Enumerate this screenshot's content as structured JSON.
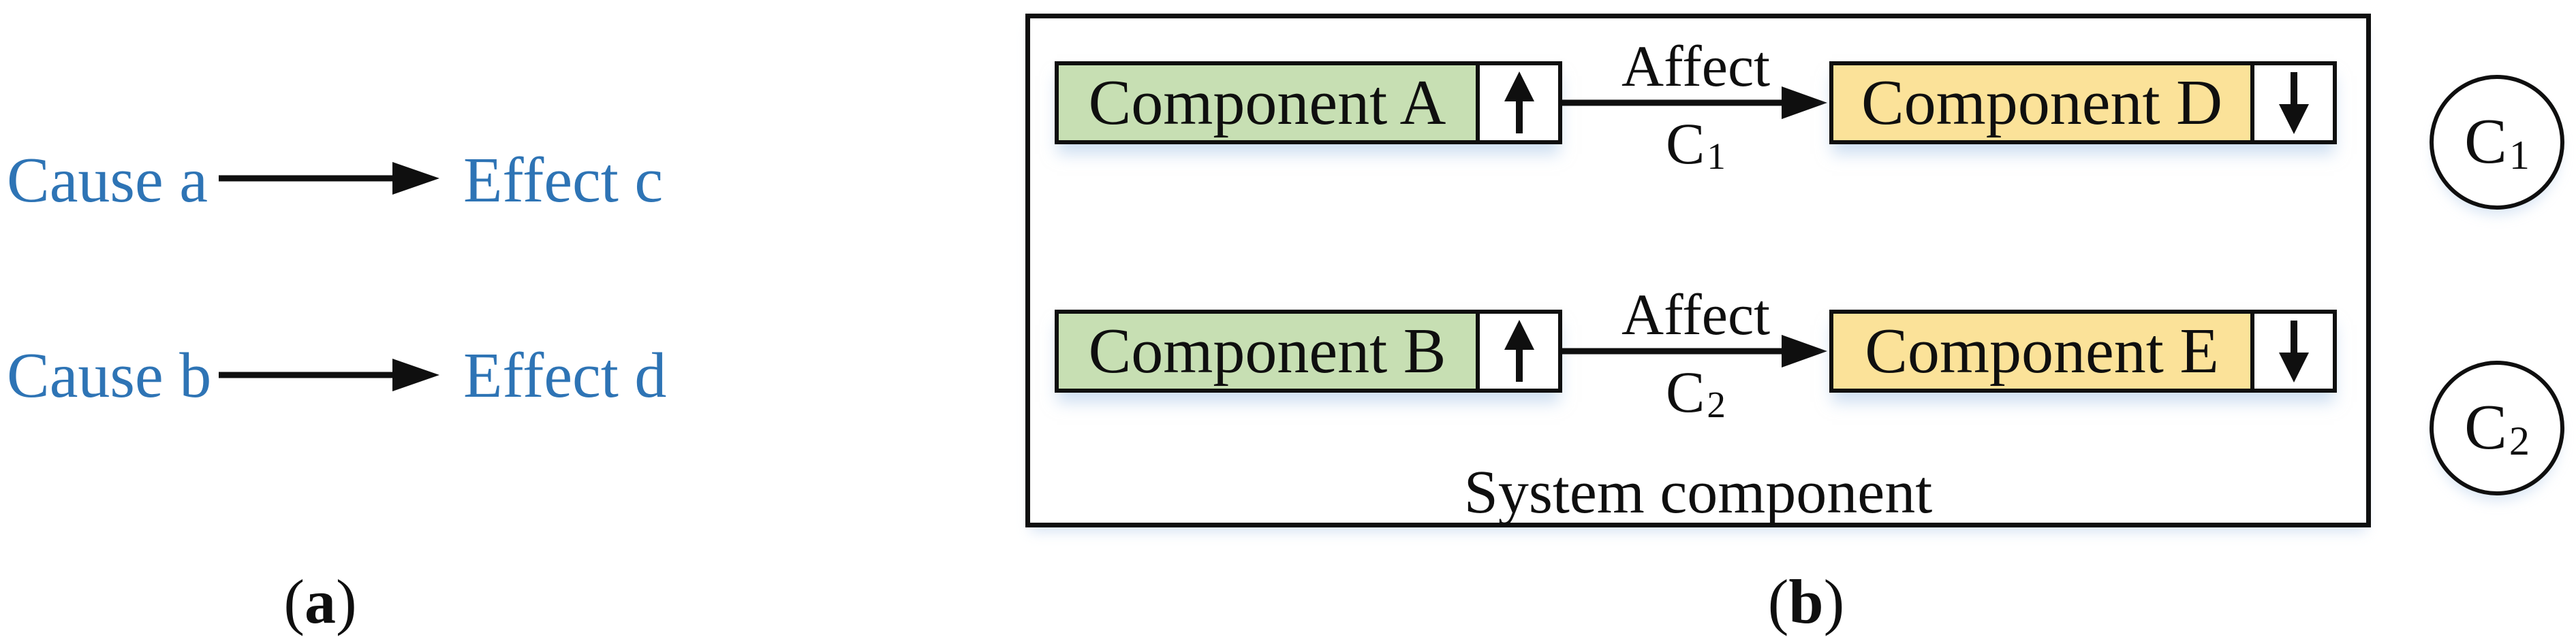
{
  "panel_a": {
    "rows": [
      {
        "cause": "Cause a",
        "effect": "Effect c"
      },
      {
        "cause": "Cause b",
        "effect": "Effect d"
      }
    ],
    "label_prefix": "(",
    "label_letter": "a",
    "label_suffix": ")"
  },
  "panel_b": {
    "container_label": "System component",
    "rows": [
      {
        "source": "Component A",
        "source_arrow": "up",
        "relation": "Affect",
        "relation_id": {
          "base": "C",
          "sub": "1"
        },
        "target": "Component D",
        "target_arrow": "down"
      },
      {
        "source": "Component B",
        "source_arrow": "up",
        "relation": "Affect",
        "relation_id": {
          "base": "C",
          "sub": "2"
        },
        "target": "Component E",
        "target_arrow": "down"
      }
    ],
    "legend_circles": [
      {
        "base": "C",
        "sub": "1"
      },
      {
        "base": "C",
        "sub": "2"
      }
    ],
    "label_prefix": "(",
    "label_letter": "b",
    "label_suffix": ")"
  },
  "colors": {
    "cause_effect_text": "#2E74B5",
    "source_box_fill": "#C7DFB3",
    "target_box_fill": "#FBE299",
    "border": "#0f0f0f"
  }
}
